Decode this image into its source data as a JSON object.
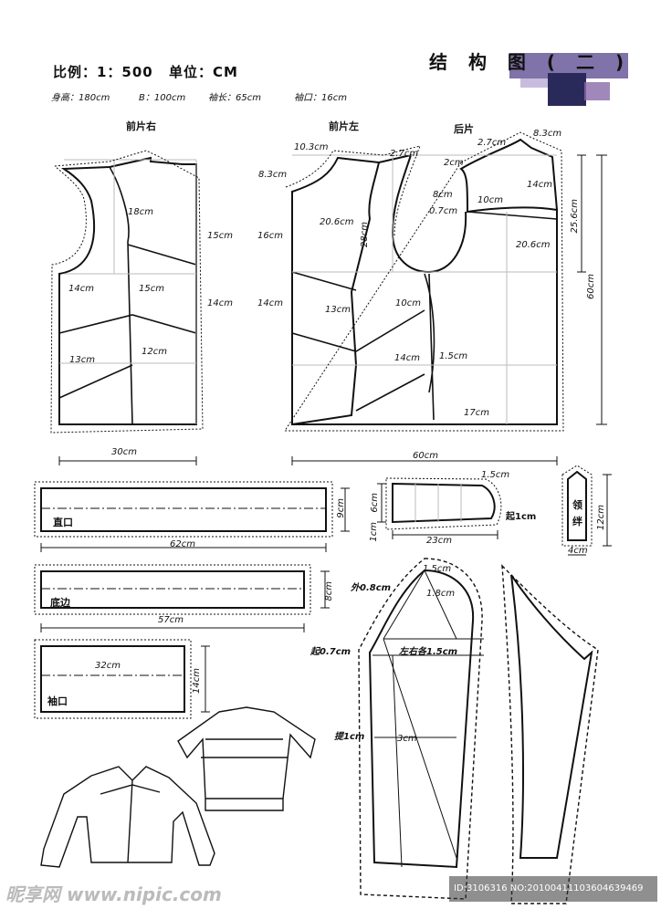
{
  "header": {
    "title": "结 构 图 ( 二 )",
    "scale": "比例：1：500",
    "unit": "单位：CM",
    "specs": [
      "身高：180cm",
      "B：100cm",
      "袖长：65cm",
      "袖口：16cm"
    ]
  },
  "piece_titles": {
    "front_right": "前片右",
    "front_left": "前片左",
    "back": "后片"
  },
  "front_right_dims": [
    "18cm",
    "15cm",
    "14cm",
    "14cm",
    "15cm",
    "13cm",
    "12cm",
    "30cm"
  ],
  "front_left_dims": [
    "10.3cm",
    "8.3cm",
    "2.7cm",
    "20.6cm",
    "28cm",
    "16cm",
    "14cm",
    "13cm",
    "10cm",
    "14cm",
    "1.5cm",
    "17cm",
    "60cm"
  ],
  "back_dims": [
    "2.7cm",
    "8.3cm",
    "2cm",
    "8cm",
    "0.7cm",
    "10cm",
    "14cm",
    "25.6cm",
    "20.6cm",
    "60cm"
  ],
  "strips": {
    "placket": {
      "label": "直口",
      "length": "62cm",
      "width": "9cm"
    },
    "hem": {
      "label": "底边",
      "length": "57cm",
      "width": "8cm"
    },
    "cuff": {
      "label": "袖口",
      "length": "32cm",
      "width": "14cm"
    }
  },
  "collar": {
    "top": "1.5cm",
    "height": "6cm",
    "width": "23cm",
    "side": "1cm",
    "rise": "起1cm"
  },
  "tab": {
    "label": "领绊",
    "length": "12cm",
    "width": "4cm"
  },
  "sleeve": {
    "top": "1.5cm",
    "outer": "外0.8cm",
    "crown": "1.8cm",
    "start": "起0.7cm",
    "each_side": "左右各1.5cm",
    "lift": "提1cm",
    "inner": "3cm"
  },
  "watermark": {
    "logo": "昵享网 www.nipic.com",
    "id": "ID:3106316 NO:20100411103604639469"
  }
}
